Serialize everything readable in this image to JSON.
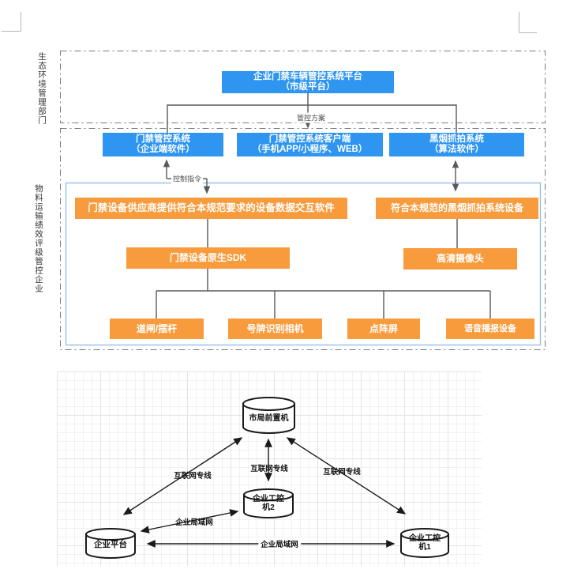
{
  "colors": {
    "node_blue": "#2e95f0",
    "node_orange": "#f89b3d",
    "device_container_border": "#9dc3e6",
    "connector_gray": "#595959",
    "network_black": "#1a1a1a"
  },
  "lanes": {
    "top": "生态环境管理部门",
    "bottom": "物料运输绩效评级管控企业"
  },
  "flowchart": {
    "platform": {
      "line1": "企业门禁车辆管控系统平台",
      "line2": "（市级平台）"
    },
    "access_control": {
      "line1": "门禁管控系统",
      "line2": "（企业端软件）"
    },
    "client": {
      "line1": "门禁管控系统客户端",
      "line2": "（手机APP/小程序、WEB）"
    },
    "smoke_capture": {
      "line1": "黑烟抓拍系统",
      "line2": "（算法软件）"
    },
    "interaction_software": "门禁设备供应商提供符合本规范要求的设备数据交互软件",
    "smoke_device": "符合本规范的黑烟抓拍系统设备",
    "sdk": "门禁设备原生SDK",
    "hd_camera": "高清摄像头",
    "devices": [
      "道闸/摆杆",
      "号牌识别相机",
      "点阵屏",
      "语音播报设备"
    ],
    "edge_labels": {
      "plan": "管控方案",
      "command": "控制指令"
    }
  },
  "network": {
    "nodes": {
      "city_front": "市局前置机",
      "enterprise_platform": "企业平台",
      "ipc2": "企业工控机2",
      "ipc1": "企业工控机1"
    },
    "edge_labels": {
      "internet": "互联网专线",
      "lan": "企业局域网"
    }
  }
}
